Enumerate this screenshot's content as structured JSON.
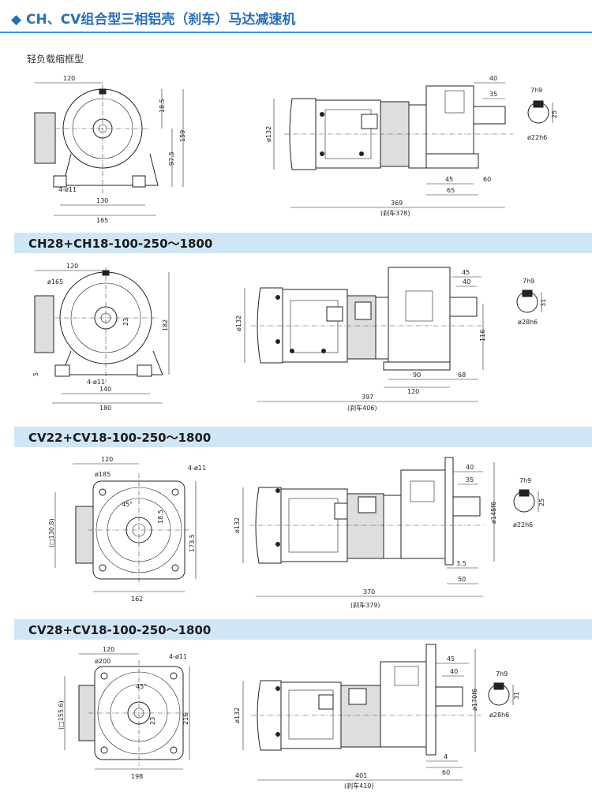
{
  "page": {
    "title_icon": "diamond-icon",
    "title": "CH、CV组合型三相铝壳（刹车）马达减速机",
    "subtitle": "轻负载缩框型"
  },
  "sections": [
    {
      "heading": "",
      "front": {
        "top_width": "120",
        "height_a": "18.5",
        "height_b": "97.5",
        "overall_h": "159",
        "holes": "4-ø11",
        "hole_span": "130",
        "base_width": "165"
      },
      "side": {
        "motor_dia": "ø132",
        "shaft_len": "40",
        "shaft_len2": "35",
        "len_a": "45",
        "len_b": "65",
        "len_c": "60",
        "total": "369",
        "total_brake": "(刹车378)"
      },
      "key": {
        "key": "7h9",
        "height": "25",
        "shaft": "ø22h6"
      }
    },
    {
      "heading": "CH28+CH18-100-250～1800",
      "front": {
        "top_width": "120",
        "dia": "ø165",
        "height_a": "23",
        "overall_h": "182",
        "foot_h": "5",
        "holes": "4-ø11",
        "hole_span": "140",
        "base_width": "180"
      },
      "side": {
        "motor_dia": "ø132",
        "shaft_len": "45",
        "shaft_len2": "40",
        "shaft_h": "116",
        "len_a": "90",
        "len_b": "68",
        "len_c": "120",
        "total": "397",
        "total_brake": "(刹车406)"
      },
      "key": {
        "key": "7h9",
        "height": "31",
        "shaft": "ø28h6"
      }
    },
    {
      "heading": "CV22+CV18-100-250～1800",
      "front": {
        "top_width": "120",
        "dia": "ø185",
        "holes": "4-ø11",
        "square": "(□130.8)",
        "angle": "45°",
        "height_a": "18.5",
        "overall_h": "173.5",
        "base_width": "162"
      },
      "side": {
        "motor_dia": "ø132",
        "shaft_len": "40",
        "shaft_len2": "35",
        "flange_dia": "ø148f6",
        "len_a": "3.5",
        "len_b": "50",
        "total": "370",
        "total_brake": "(刹车379)"
      },
      "key": {
        "key": "7h9",
        "height": "25",
        "shaft": "ø22h6"
      }
    },
    {
      "heading": "CV28+CV18-100-250～1800",
      "front": {
        "top_width": "120",
        "dia": "ø200",
        "holes": "4-ø11",
        "square": "(□155.6)",
        "angle": "45°",
        "height_a": "23",
        "overall_h": "216",
        "base_width": "198"
      },
      "side": {
        "motor_dia": "ø132",
        "shaft_len": "45",
        "shaft_len2": "40",
        "flange_dia": "ø170f6",
        "len_a": "4",
        "len_b": "60",
        "total": "401",
        "total_brake": "(刹车410)"
      },
      "key": {
        "key": "7h9",
        "height": "31",
        "shaft": "ø28h6"
      }
    }
  ],
  "colors": {
    "title": "#2a6fb5",
    "band": "#cfe6f7",
    "rule": "#3a8fd6"
  }
}
